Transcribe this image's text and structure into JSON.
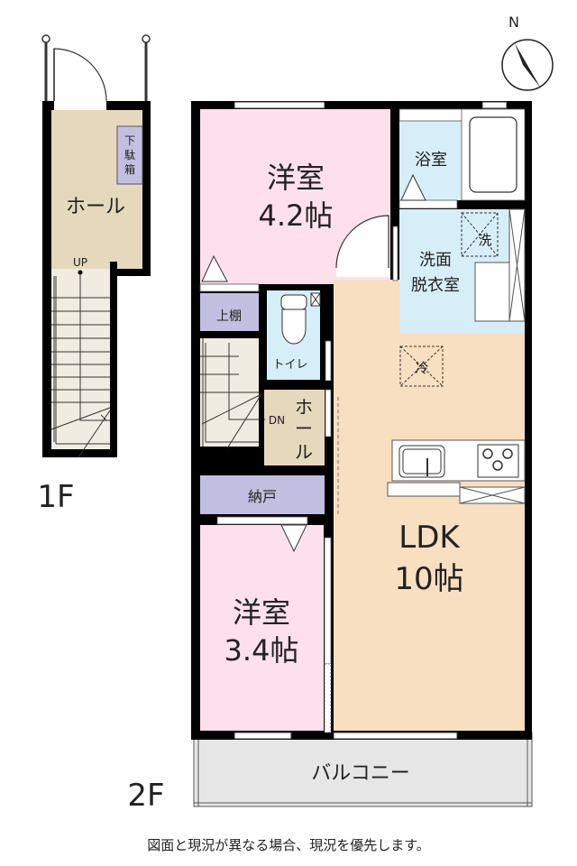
{
  "floor_1": {
    "label": "1F",
    "rooms": {
      "hall": "ホール",
      "shoe_box": [
        "下",
        "駄",
        "箱"
      ]
    },
    "stair_label": "UP"
  },
  "floor_2": {
    "label": "2F",
    "rooms": {
      "western_1": {
        "name": "洋室",
        "size": "4.2帖"
      },
      "western_2": {
        "name": "洋室",
        "size": "3.4帖"
      },
      "ldk": {
        "name": "LDK",
        "size": "10帖"
      },
      "bath": "浴室",
      "washroom": [
        "洗面",
        "脱衣室"
      ],
      "washer": "洗",
      "fridge": "冷",
      "toilet": "トイレ",
      "upper_shelf": "上棚",
      "hall": [
        "ホ",
        "ー",
        "ル"
      ],
      "storage": "納戸",
      "balcony": "バルコニー"
    },
    "stair_label": "DN"
  },
  "compass": {
    "label": "N"
  },
  "caption": "図面と現況が異なる場合、現況を優先します。",
  "colors": {
    "western": "#fde0ec",
    "ldk": "#f8dfc0",
    "wet": "#d6eef7",
    "hall": "#e6d8bc",
    "storage": "#c2bfe1",
    "stairs": "#f1ece2",
    "balcony": "#e6e6e6",
    "wall": "#000000"
  }
}
